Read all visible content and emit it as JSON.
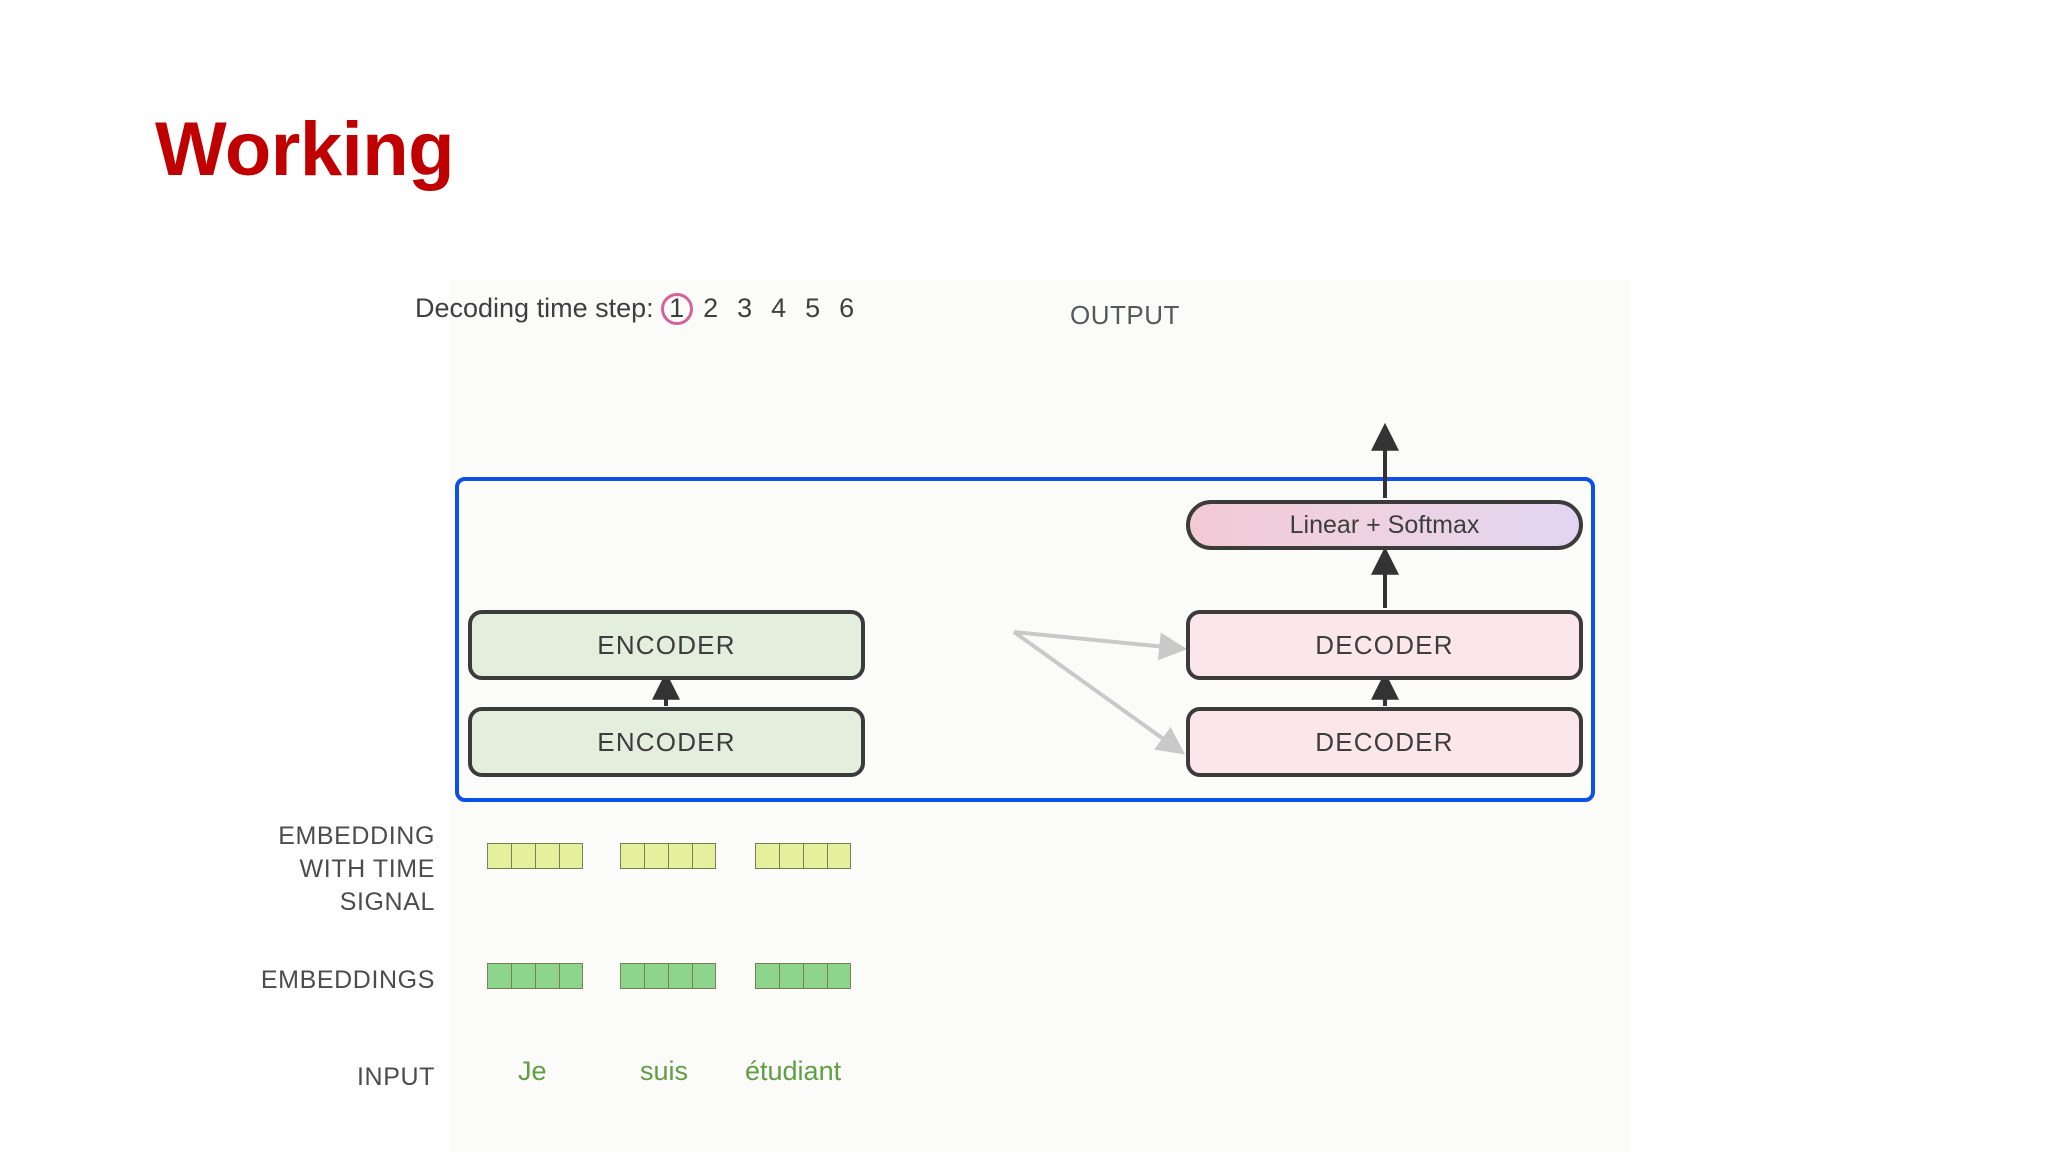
{
  "slide": {
    "title": "Working",
    "title_color": "#C00000",
    "background": "#ffffff"
  },
  "decoding": {
    "label": "Decoding time step:",
    "steps": [
      "1",
      "2",
      "3",
      "4",
      "5",
      "6"
    ],
    "current_step": "1",
    "highlight_color": "#D6629B"
  },
  "output": {
    "label": "OUTPUT"
  },
  "model": {
    "border_color": "#0B50E8",
    "encoder_stack": [
      {
        "label": "ENCODER"
      },
      {
        "label": "ENCODER"
      }
    ],
    "decoder_stack": [
      {
        "label": "DECODER"
      },
      {
        "label": "DECODER"
      }
    ],
    "output_head": {
      "label": "Linear + Softmax"
    },
    "encoder_fill": "#E3EEDC",
    "decoder_fill": "#FAE6EB",
    "head_fill_start": "#F2C9D6",
    "head_fill_end": "#E2D5F2",
    "box_border": "#3b3b3b"
  },
  "rows": {
    "embedding_with_time_signal": {
      "label_line_1": "EMBEDDING",
      "label_line_2": "WITH TIME",
      "label_line_3": "SIGNAL",
      "cell_color": "#E5F09C",
      "cells_per_token": 4
    },
    "embeddings": {
      "label": "EMBEDDINGS",
      "cell_color": "#8DD48D",
      "cells_per_token": 4
    },
    "input": {
      "label": "INPUT",
      "tokens": [
        "Je",
        "suis",
        "étudiant"
      ],
      "token_color": "#5f9e43"
    }
  },
  "arrows": {
    "cross_attention_color": "#c9c9c9",
    "flow_color": "#333333"
  }
}
